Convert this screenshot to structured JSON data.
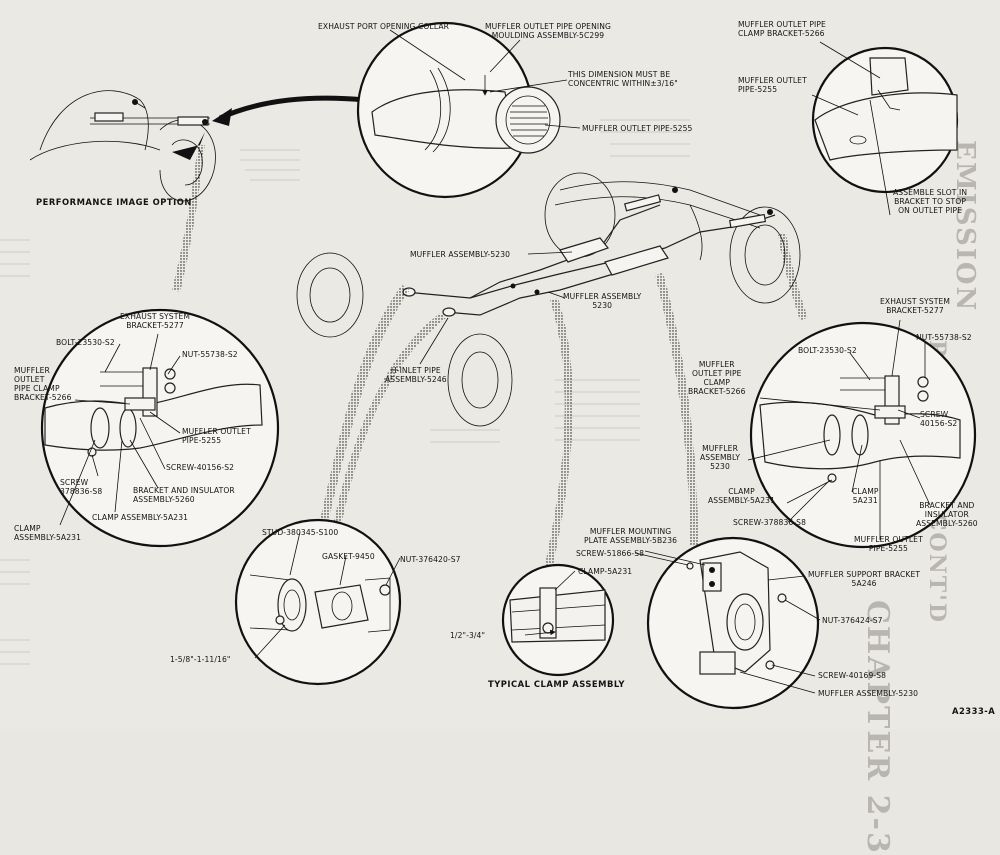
{
  "figure_id": "A2333-A",
  "captions": {
    "performance_option": "PERFORMANCE IMAGE OPTION",
    "typical_clamp": "TYPICAL CLAMP ASSEMBLY"
  },
  "ghost_text": {
    "right_a": "CHAPTER 2-3",
    "right_b": "EMISSION",
    "right_c": "PART 2-3 — CONT'D"
  },
  "labels": {
    "exhaust_port_collar": "EXHAUST PORT OPENING COLLAR",
    "muffler_outlet_moulding": "MUFFLER OUTLET PIPE OPENING\nMOULDING ASSEMBLY-5C299",
    "dimension_note": "THIS DIMENSION MUST BE\nCONCENTRIC WITHIN±3/16\"",
    "muffler_outlet_pipe_top": "MUFFLER OUTLET PIPE-5255",
    "clamp_bracket_top_right": "MUFFLER OUTLET PIPE\nCLAMP BRACKET-5266",
    "outlet_pipe_top_right": "MUFFLER OUTLET\nPIPE-5255",
    "assemble_slot": "ASSEMBLE SLOT IN\nBRACKET TO STOP\nON OUTLET PIPE",
    "muffler_assembly_center": "MUFFLER ASSEMBLY-5230",
    "muffler_assembly_center2": "MUFFLER ASSEMBLY\n5230",
    "h_inlet_pipe": "H-INLET PIPE\nASSEMBLY-5246",
    "left_exhaust_bracket": "EXHAUST SYSTEM\nBRACKET-5277",
    "left_bolt": "BOLT-23530-S2",
    "left_nut": "NUT-55738-S2",
    "left_clamp_bracket": "MUFFLER\nOUTLET\nPIPE CLAMP\nBRACKET-5266",
    "left_outlet_pipe": "MUFFLER OUTLET\nPIPE-5255",
    "left_screw_40156": "SCREW-40156-S2",
    "left_screw_378836": "SCREW\n378836-S8",
    "left_bracket_insulator": "BRACKET AND INSULATOR\nASSEMBLY-5260",
    "left_clamp_assembly": "CLAMP ASSEMBLY-5A231",
    "left_clamp_assembly_lower": "CLAMP\nASSEMBLY-5A231",
    "right_exhaust_bracket": "EXHAUST SYSTEM\nBRACKET-5277",
    "right_bolt": "BOLT-23530-S2",
    "right_nut": "NUT-55738-S2",
    "right_clamp_bracket": "MUFFLER\nOUTLET PIPE\nCLAMP\nBRACKET-5266",
    "right_screw_40156": "SCREW\n40156-S2",
    "right_muffler_assembly": "MUFFLER\nASSEMBLY\n5230",
    "right_clamp_assembly": "CLAMP\nASSEMBLY-5A231",
    "right_clamp": "CLAMP\n5A231",
    "right_screw_378836": "SCREW-378836-S8",
    "right_bracket_insulator": "BRACKET AND\nINSULATOR\nASSEMBLY-5260",
    "right_outlet_pipe": "MUFFLER OUTLET\nPIPE-5255",
    "stud": "STUD-380345-S100",
    "gasket": "GASKET-9450",
    "nut_376420": "NUT-376420-S7",
    "dimension_1_5_8": "1-5/8\"-1-11/16\"",
    "clamp_5a231": "CLAMP-5A231",
    "dimension_1_2": "1/2\"-3/4\"",
    "muffler_mounting_plate": "MUFFLER MOUNTING\nPLATE ASSEMBLY-5B236",
    "screw_51866": "SCREW-51866-S8",
    "muffler_support_bracket": "MUFFLER SUPPORT BRACKET\n5A246",
    "nut_376424": "NUT-376424-S7",
    "screw_40169": "SCREW-40169-S8",
    "muffler_assembly_bottom": "MUFFLER ASSEMBLY-5230"
  },
  "colors": {
    "ink": "#111111",
    "paper": "#ebe9e4",
    "circle_fill": "#f6f5f2",
    "ghost": "#b9b6b0"
  }
}
